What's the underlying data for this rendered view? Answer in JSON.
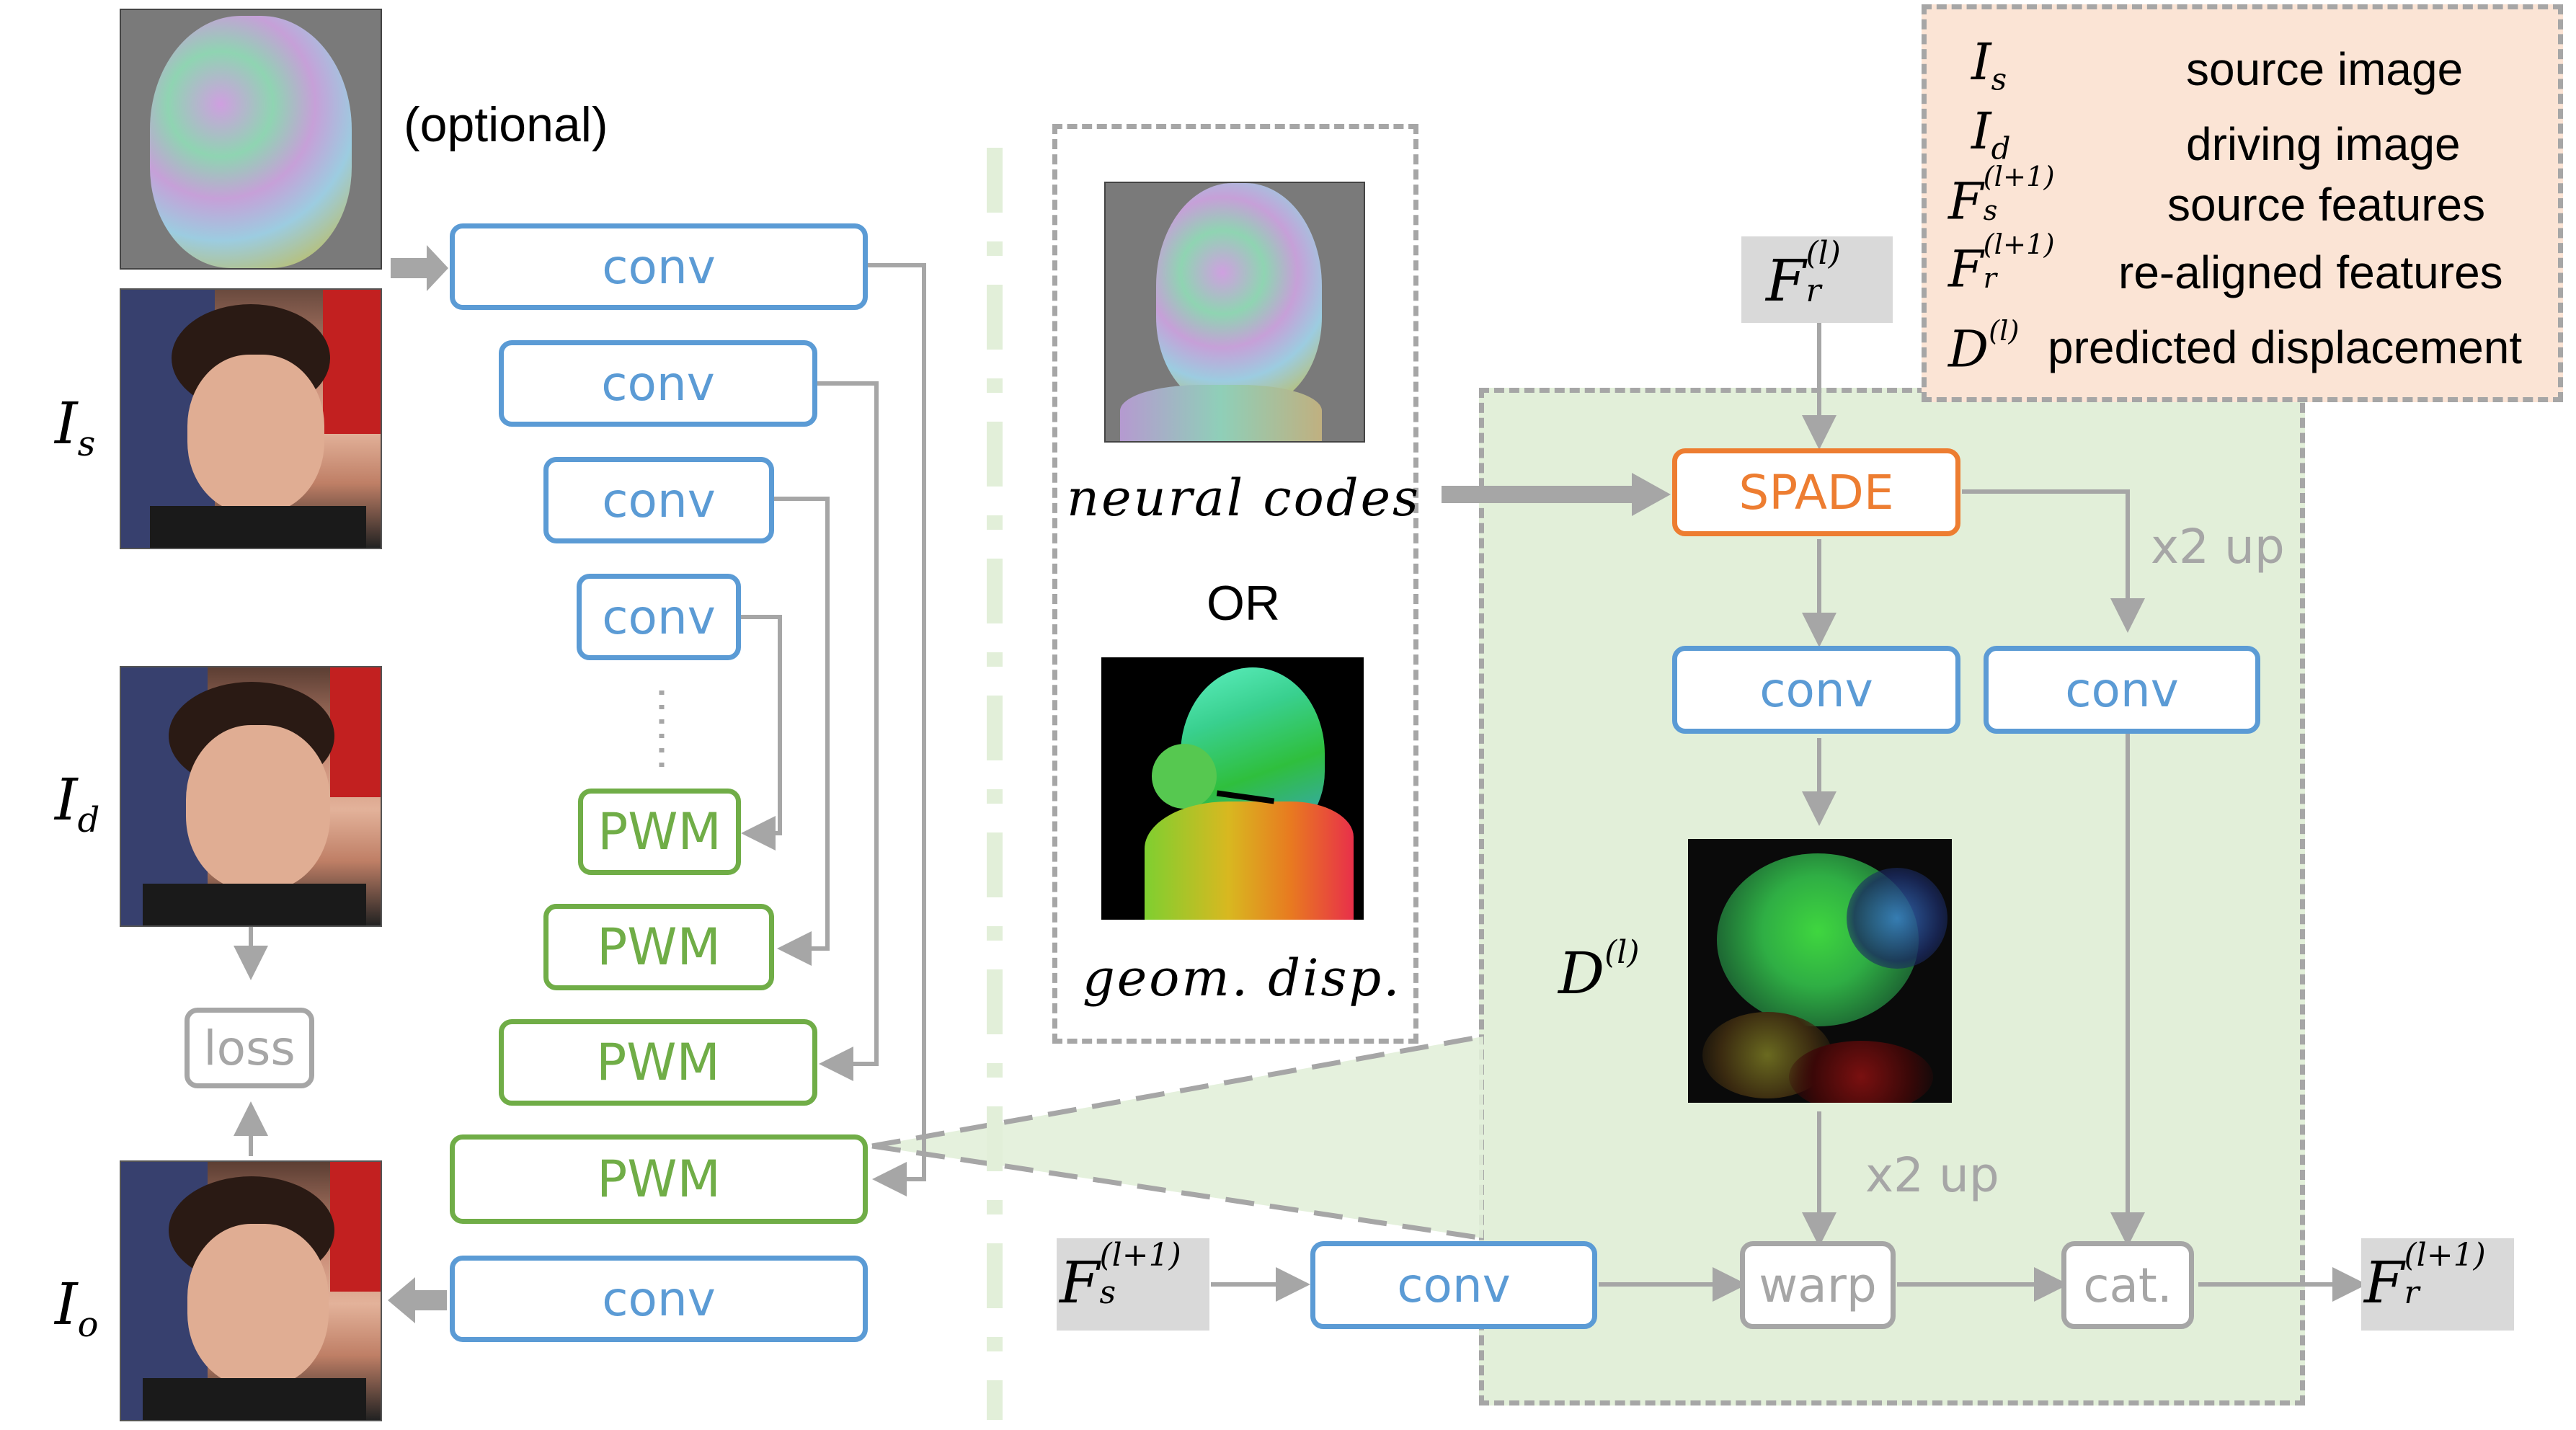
{
  "left": {
    "optional_label": "(optional)",
    "encoder_convs": [
      "conv",
      "conv",
      "conv",
      "conv"
    ],
    "decoder_pwms": [
      "PWM",
      "PWM",
      "PWM",
      "PWM"
    ],
    "output_conv": "conv",
    "loss_label": "loss",
    "symbols": {
      "source": {
        "base": "I",
        "sub": "s"
      },
      "driving": {
        "base": "I",
        "sub": "d"
      },
      "output": {
        "base": "I",
        "sub": "o"
      }
    }
  },
  "middle": {
    "neural_codes_label": "neural codes",
    "or_label": "OR",
    "geom_disp_label": "geom. disp."
  },
  "pwm_detail": {
    "input_symbol": {
      "base": "F",
      "sub": "r",
      "sup": "(l)"
    },
    "spade_label": "SPADE",
    "upsample_label_top": "x2 up",
    "conv_left": "conv",
    "conv_right": "conv",
    "displacement_symbol": {
      "base": "D",
      "sup": "(l)"
    },
    "upsample_label_bottom": "x2 up",
    "source_features_symbol": {
      "base": "F",
      "sub": "s",
      "sup": "(l+1)"
    },
    "conv_bottom": "conv",
    "warp_label": "warp",
    "concat_label": "cat.",
    "output_symbol": {
      "base": "F",
      "sub": "r",
      "sup": "(l+1)"
    }
  },
  "legend": {
    "rows": [
      {
        "symbol_base": "I",
        "symbol_sub": "s",
        "symbol_sup": "",
        "text": "source image"
      },
      {
        "symbol_base": "I",
        "symbol_sub": "d",
        "symbol_sup": "",
        "text": "driving image"
      },
      {
        "symbol_base": "F",
        "symbol_sub": "s",
        "symbol_sup": "(l+1)",
        "text": "source features"
      },
      {
        "symbol_base": "F",
        "symbol_sub": "r",
        "symbol_sup": "(l+1)",
        "text": "re-aligned features"
      },
      {
        "symbol_base": "D",
        "symbol_sub": "",
        "symbol_sup": "(l)",
        "text": "predicted displacement"
      }
    ]
  },
  "colors": {
    "conv_blue": "#5b9bd5",
    "pwm_green": "#70ad47",
    "spade_orange": "#ed7d31",
    "neutral_gray": "#a6a6a6",
    "detail_panel_bg": "#e2efd9",
    "legend_bg": "#fbe4d5"
  }
}
